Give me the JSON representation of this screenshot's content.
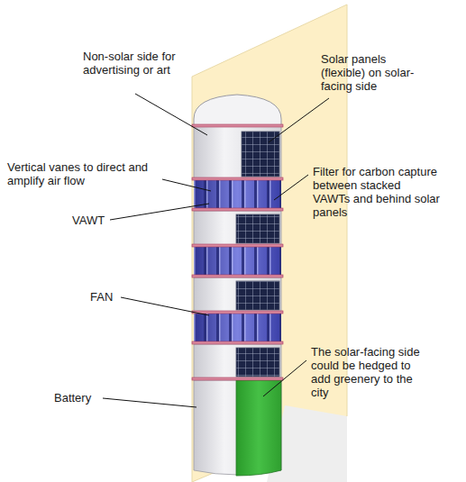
{
  "diagram": {
    "labels": [
      "Non-solar side for advertising or art",
      "Solar panels (flexible) on solar-facing side",
      "Vertical vanes to direct and amplify air flow",
      "VAWT",
      "Filter for carbon capture between stacked VAWTs and behind solar panels",
      "FAN",
      "The solar-facing side could be hedged to add greenery to the city",
      "Battery"
    ]
  }
}
